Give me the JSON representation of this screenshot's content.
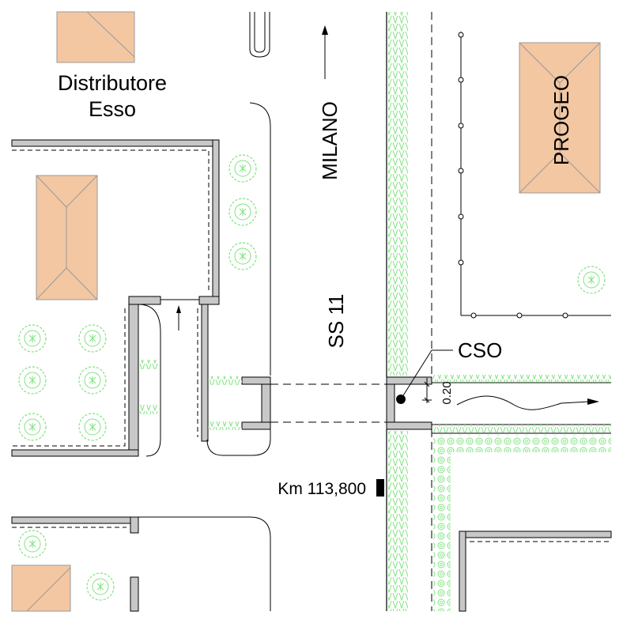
{
  "labels": {
    "distributore_line1": "Distributore",
    "distributore_line2": "Esso",
    "milano": "MILANO",
    "ss11": "SS 11",
    "progeo": "PROGEO",
    "cso": "CSO",
    "dimension": "0.20",
    "km": "Km 113,800"
  },
  "colors": {
    "building_fill": "#f3c7a2",
    "wall_fill": "#c8c8c8",
    "vegetation": "#7ee37e",
    "line": "#000000"
  },
  "icons": {
    "tree": "tree-symbol-icon",
    "direction": "north-arrow-icon",
    "flow": "flow-arrow-icon",
    "marker": "km-marker-icon"
  }
}
